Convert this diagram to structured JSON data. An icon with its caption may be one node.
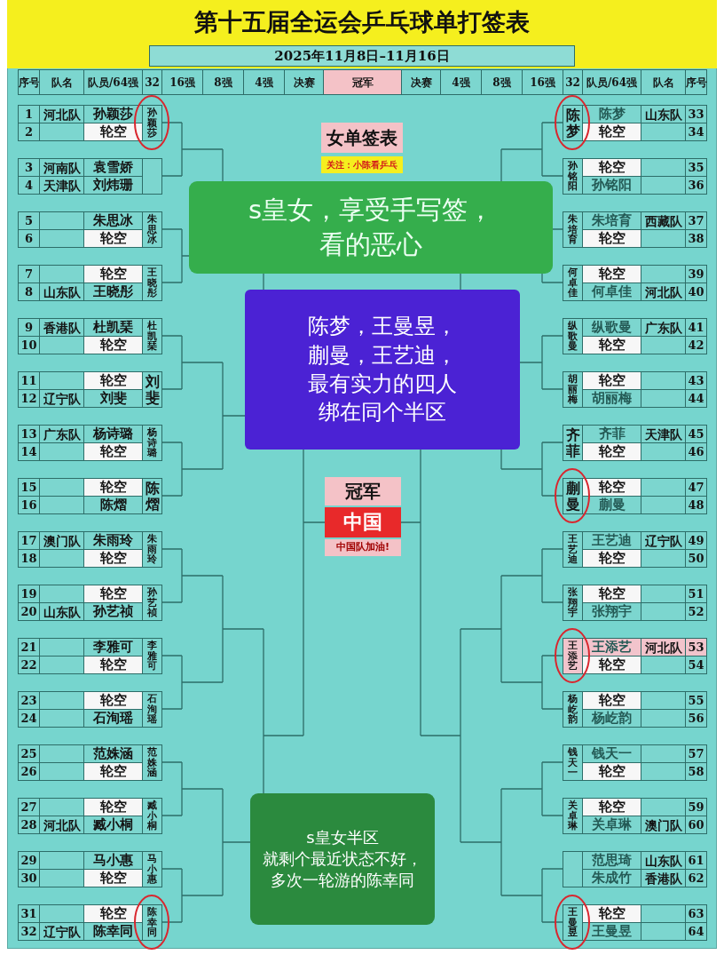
{
  "diagram": {
    "title": "第十五届全运会乒乓球单打签表",
    "nodes": [
      {
        "text": [
          "女单签表"
        ]
      },
      {
        "text": [
          "关注：小陈看乒乓"
        ]
      },
      {
        "text": [
          "s皇女，享受手写签，看的恶心"
        ]
      },
      {
        "text": [
          "陈梦，王曼昱，蒯曼，王艺迪，最有实力的四人绑在同个半区"
        ]
      },
      {
        "text": [
          "冠军"
        ]
      },
      {
        "text": [
          "中国"
        ]
      },
      {
        "text": [
          "中国队加油!"
        ]
      },
      {
        "text": [
          "s皇女半区",
          "就剩个最近状态不好，多次一轮游的陈幸同"
        ]
      }
    ],
    "labels": [
      "2025年11月8日–11月16日",
      "序号",
      "队名",
      "队员/64强",
      "32",
      "16强",
      "8强",
      "4强",
      "决赛",
      "冠军",
      "决赛",
      "4强",
      "8强",
      "16强",
      "32",
      "队员/64强",
      "队名",
      "序号",
      "1",
      "河北队",
      "孙颖莎",
      "孙颖莎",
      "陈梦",
      "陈梦",
      "山东队",
      "33",
      "2",
      "轮空",
      "轮空",
      "34",
      "3",
      "河南队",
      "袁雪娇",
      "孙铭阳",
      "轮空",
      "35",
      "4",
      "天津队",
      "刘炜珊",
      "孙铭阳",
      "36",
      "5",
      "朱思冰",
      "朱思冰",
      "朱培育",
      "朱培育",
      "西藏队",
      "37",
      "6",
      "轮空",
      "轮空",
      "38",
      "7",
      "轮空",
      "王晓彤",
      "何卓佳",
      "轮空",
      "39",
      "8",
      "山东队",
      "王晓彤",
      "何卓佳",
      "河北队",
      "40",
      "9",
      "香港队",
      "杜凯琹",
      "杜凯琹",
      "纵歌曼",
      "纵歌曼",
      "广东队",
      "41",
      "10",
      "轮空",
      "轮空",
      "42",
      "11",
      "轮空",
      "刘斐",
      "胡丽梅",
      "轮空",
      "43",
      "12",
      "辽宁队",
      "刘斐",
      "胡丽梅",
      "44",
      "13",
      "广东队",
      "杨诗璐",
      "杨诗璐",
      "齐菲",
      "齐菲",
      "天津队",
      "45",
      "14",
      "轮空",
      "轮空",
      "46",
      "15",
      "轮空",
      "陈熠",
      "蒯曼",
      "轮空",
      "47",
      "16",
      "陈熠",
      "蒯曼",
      "48",
      "17",
      "澳门队",
      "朱雨玲",
      "朱雨玲",
      "王艺迪",
      "王艺迪",
      "辽宁队",
      "49",
      "18",
      "轮空",
      "轮空",
      "50",
      "19",
      "轮空",
      "孙艺祯",
      "张翔宇",
      "轮空",
      "51",
      "20",
      "山东队",
      "孙艺祯",
      "张翔宇",
      "52",
      "21",
      "李雅可",
      "李雅可",
      "王添艺",
      "王添艺",
      "河北队",
      "53",
      "22",
      "轮空",
      "轮空",
      "54",
      "23",
      "轮空",
      "石洵瑶",
      "杨屹韵",
      "轮空",
      "55",
      "24",
      "石洵瑶",
      "杨屹韵",
      "56",
      "25",
      "范姝涵",
      "范姝涵",
      "钱天一",
      "钱天一",
      "57",
      "26",
      "轮空",
      "轮空",
      "58",
      "27",
      "轮空",
      "臧小桐",
      "关卓琳",
      "轮空",
      "59",
      "28",
      "河北队",
      "臧小桐",
      "关卓琳",
      "澳门队",
      "60",
      "29",
      "马小惠",
      "马小惠",
      "范思琦",
      "山东队",
      "61",
      "30",
      "轮空",
      "朱成竹",
      "香港队",
      "62",
      "31",
      "轮空",
      "陈幸同",
      "王曼昱",
      "轮空",
      "63",
      "32",
      "辽宁队",
      "陈幸同",
      "王曼昱",
      "64"
    ]
  }
}
